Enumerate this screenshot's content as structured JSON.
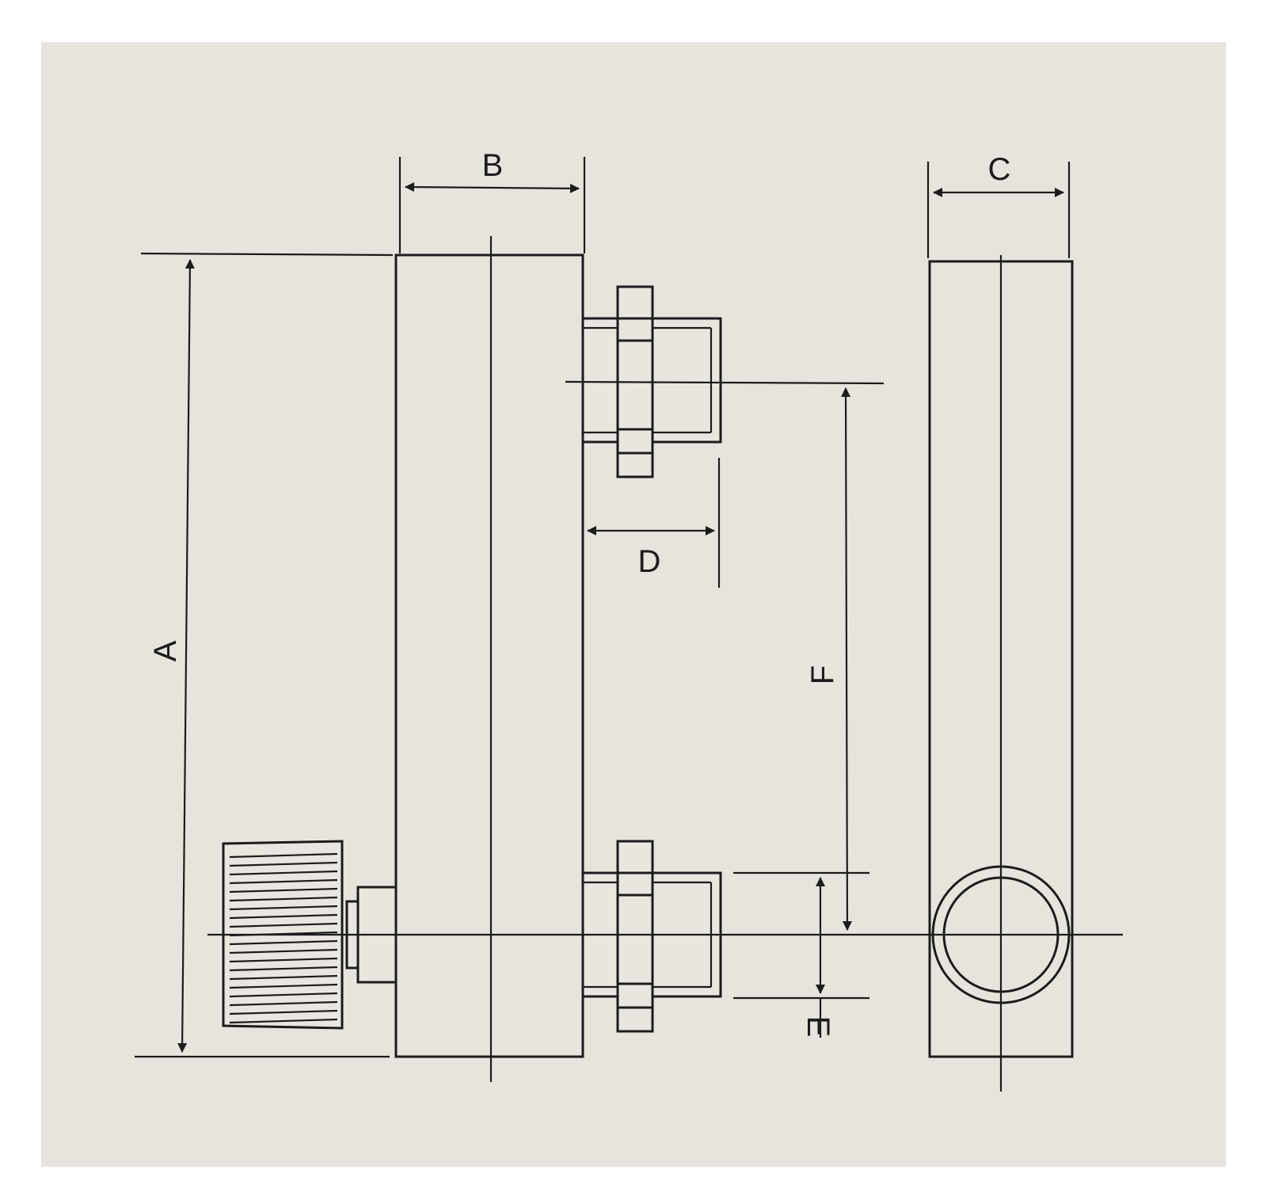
{
  "labels": {
    "a": "A",
    "b": "B",
    "c": "C",
    "d": "D",
    "e": "E",
    "f": "F"
  },
  "colors": {
    "paper": "#e6e4dc",
    "ink": "#1c1c1c"
  }
}
